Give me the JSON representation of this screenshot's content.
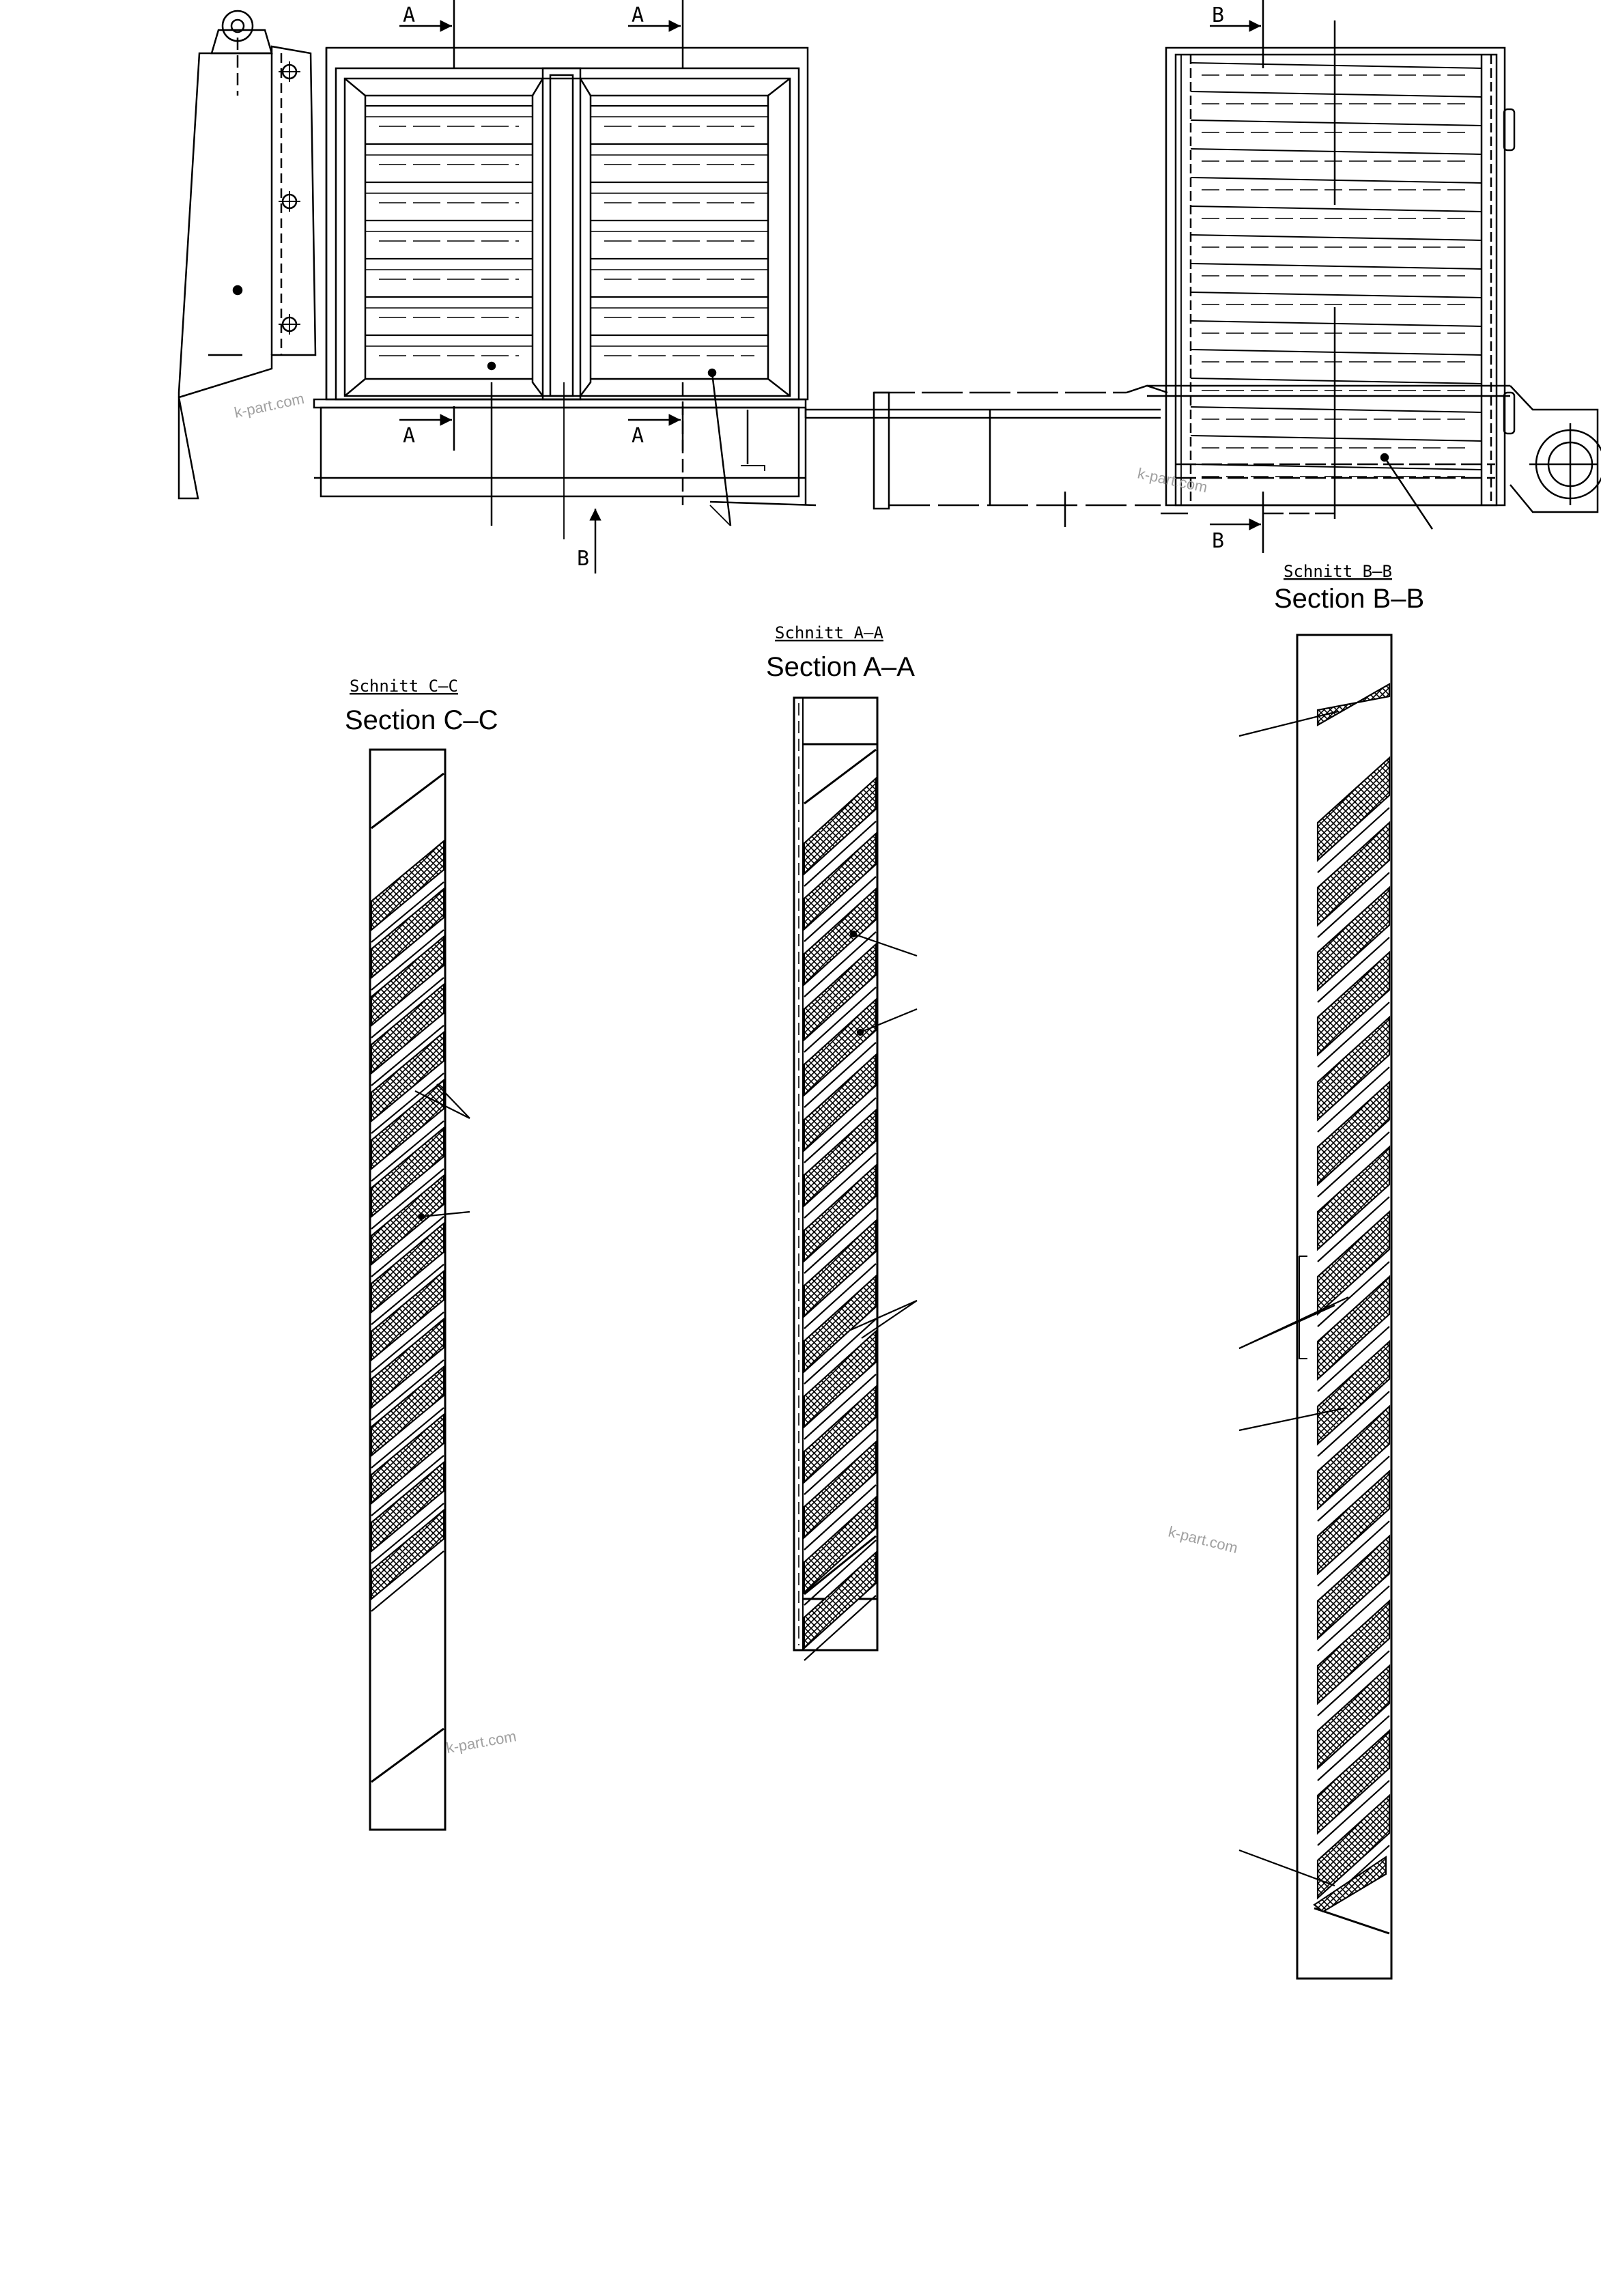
{
  "top_view": {
    "cut_a_label": "A",
    "cut_b_label": "B"
  },
  "section_c": {
    "title_de": "Schnitt C–C",
    "title_en": "Section C–C"
  },
  "section_a": {
    "title_de": "Schnitt A–A",
    "title_en": "Section A–A"
  },
  "section_b": {
    "title_de": "Schnitt B–B",
    "title_en": "Section B–B"
  },
  "watermark": "k-part.com",
  "colors": {
    "ink": "#000000",
    "watermark": "#a0a0a0",
    "paper": "#ffffff"
  }
}
